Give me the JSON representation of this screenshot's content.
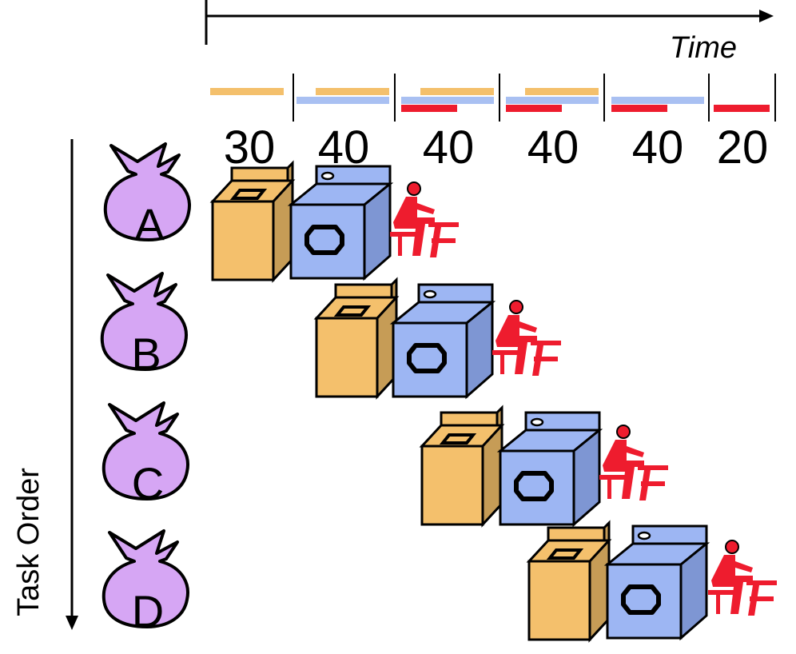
{
  "time_label": "Time",
  "task_order_label": "Task Order",
  "stage_durations": [
    "30",
    "40",
    "40",
    "40",
    "40",
    "20"
  ],
  "tasks": [
    {
      "label": "A"
    },
    {
      "label": "B"
    },
    {
      "label": "C"
    },
    {
      "label": "D"
    }
  ],
  "colors": {
    "washer": "#F4C06C",
    "washer_side": "#C69C56",
    "dryer": "#9DB6F3",
    "dryer_side": "#7E96D3",
    "folder": "#EE1C2E",
    "bag": "#D6A6F4",
    "wash_bar": "#F4C06C",
    "dry_bar": "#A9C0F2",
    "fold_bar": "#EE1C2E"
  }
}
